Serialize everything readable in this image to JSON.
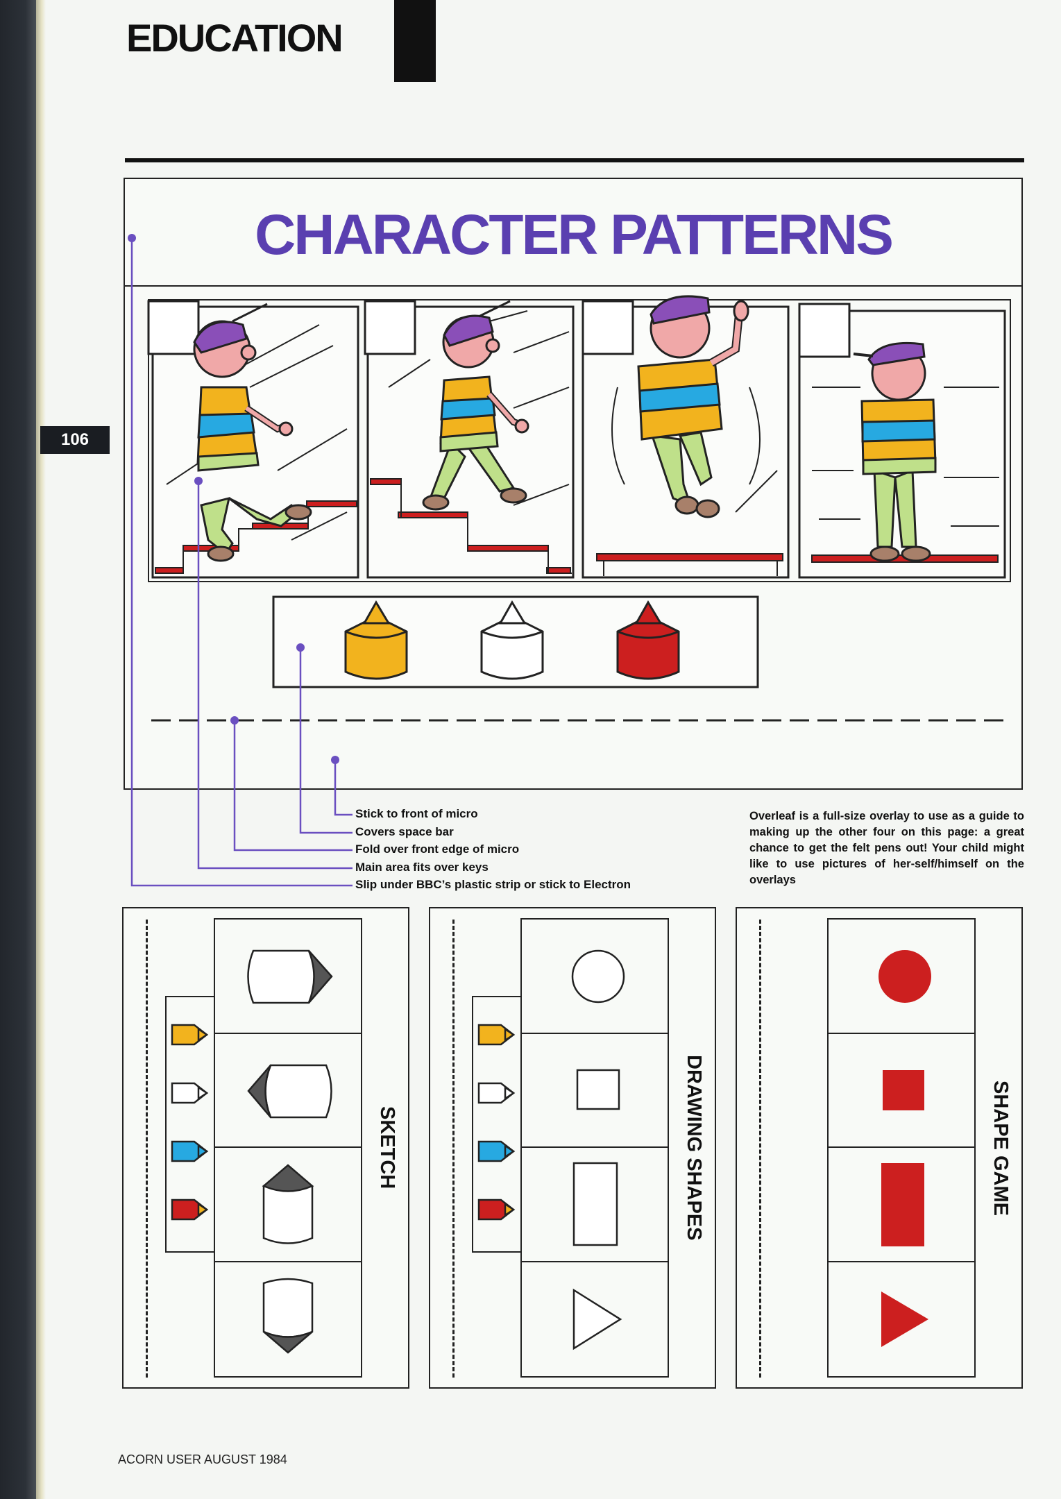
{
  "header": {
    "section": "EDUCATION",
    "page_number": "106"
  },
  "panel": {
    "title": "CHARACTER PATTERNS",
    "title_color": "#5a3fb0"
  },
  "legend": {
    "items": [
      "Stick to front of micro",
      "Covers space bar",
      "Fold over front edge of micro",
      "Main area fits over keys",
      "Slip under BBC’s plastic strip or stick to Electron"
    ],
    "line_color": "#6a4fc0"
  },
  "note": "Overleaf is a full-size overlay to use as a guide to making up the other four on this page: a great chance to get the felt pens out! Your child might like to use pictures of her-self/himself on the overlays",
  "overlays": [
    {
      "label": "SKETCH"
    },
    {
      "label": "DRAWING SHAPES"
    },
    {
      "label": "SHAPE GAME"
    }
  ],
  "colors": {
    "red": "#cc1f1f",
    "yellow": "#f2b31e",
    "blue": "#27a9e1",
    "green": "#bfe08a",
    "purple": "#8a4fb8"
  },
  "footer": "ACORN USER AUGUST 1984"
}
